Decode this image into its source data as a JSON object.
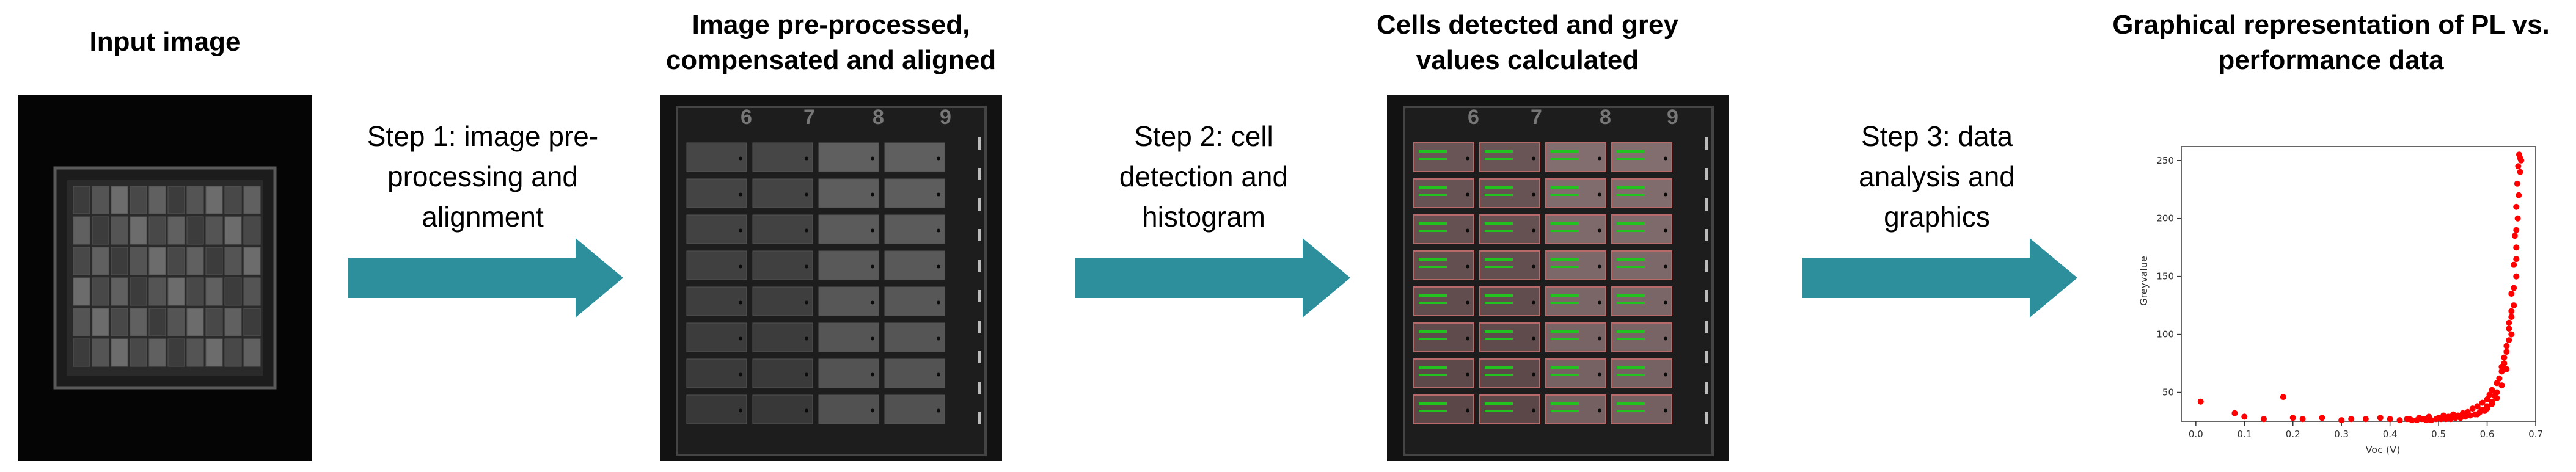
{
  "stages": [
    {
      "title": "Input image"
    },
    {
      "title": "Image pre-processed, compensated and aligned"
    },
    {
      "title": "Cells detected and grey values calculated"
    },
    {
      "title": "Graphical representation of PL vs. performance data"
    }
  ],
  "steps": [
    {
      "label": "Step 1: image pre-processing and alignment"
    },
    {
      "label": "Step 2: cell detection and histogram"
    },
    {
      "label": "Step 3: data analysis and graphics"
    }
  ],
  "plate_columns": [
    "6",
    "7",
    "8",
    "9"
  ],
  "colors": {
    "arrow": "#2e8f9c",
    "points": "#ff0000",
    "cell_text": "#22c21f"
  },
  "chart_data": {
    "type": "scatter",
    "xlabel": "Voc (V)",
    "ylabel": "Greyvalue",
    "xlim": [
      -0.03,
      0.7
    ],
    "ylim": [
      25,
      262
    ],
    "xticks": [
      "0.0",
      "0.1",
      "0.2",
      "0.3",
      "0.4",
      "0.5",
      "0.6",
      "0.7"
    ],
    "yticks": [
      "50",
      "100",
      "150",
      "200",
      "250"
    ],
    "series": [
      {
        "points": [
          [
            0.01,
            42
          ],
          [
            0.08,
            32
          ],
          [
            0.1,
            29
          ],
          [
            0.14,
            27
          ],
          [
            0.18,
            46
          ],
          [
            0.2,
            28
          ],
          [
            0.22,
            27
          ],
          [
            0.26,
            28
          ],
          [
            0.3,
            26
          ],
          [
            0.32,
            27
          ],
          [
            0.35,
            27
          ],
          [
            0.38,
            28
          ],
          [
            0.4,
            27
          ],
          [
            0.42,
            26
          ],
          [
            0.44,
            27
          ],
          [
            0.46,
            28
          ],
          [
            0.47,
            27
          ],
          [
            0.48,
            29
          ],
          [
            0.5,
            28
          ],
          [
            0.51,
            30
          ],
          [
            0.52,
            29
          ],
          [
            0.53,
            31
          ],
          [
            0.54,
            30
          ],
          [
            0.55,
            32
          ],
          [
            0.56,
            33
          ],
          [
            0.57,
            36
          ],
          [
            0.58,
            38
          ],
          [
            0.58,
            31
          ],
          [
            0.59,
            41
          ],
          [
            0.59,
            35
          ],
          [
            0.6,
            44
          ],
          [
            0.6,
            38
          ],
          [
            0.605,
            48
          ],
          [
            0.61,
            52
          ],
          [
            0.61,
            42
          ],
          [
            0.615,
            47
          ],
          [
            0.62,
            58
          ],
          [
            0.62,
            50
          ],
          [
            0.625,
            62
          ],
          [
            0.63,
            68
          ],
          [
            0.63,
            56
          ],
          [
            0.635,
            75
          ],
          [
            0.64,
            85
          ],
          [
            0.64,
            70
          ],
          [
            0.645,
            95
          ],
          [
            0.645,
            110
          ],
          [
            0.65,
            120
          ],
          [
            0.65,
            100
          ],
          [
            0.65,
            135
          ],
          [
            0.655,
            140
          ],
          [
            0.655,
            160
          ],
          [
            0.66,
            175
          ],
          [
            0.66,
            190
          ],
          [
            0.66,
            210
          ],
          [
            0.662,
            230
          ],
          [
            0.664,
            245
          ],
          [
            0.666,
            255
          ],
          [
            0.668,
            252
          ],
          [
            0.67,
            250
          ],
          [
            0.655,
            125
          ],
          [
            0.65,
            115
          ],
          [
            0.645,
            105
          ],
          [
            0.64,
            90
          ],
          [
            0.635,
            80
          ],
          [
            0.63,
            72
          ],
          [
            0.66,
            150
          ],
          [
            0.66,
            165
          ],
          [
            0.657,
            185
          ],
          [
            0.663,
            200
          ],
          [
            0.665,
            220
          ],
          [
            0.668,
            240
          ],
          [
            0.62,
            45
          ],
          [
            0.61,
            40
          ],
          [
            0.6,
            36
          ],
          [
            0.595,
            34
          ],
          [
            0.585,
            33
          ],
          [
            0.575,
            31
          ],
          [
            0.565,
            30
          ],
          [
            0.555,
            29
          ],
          [
            0.545,
            28
          ],
          [
            0.535,
            28
          ],
          [
            0.525,
            27
          ],
          [
            0.515,
            27
          ],
          [
            0.505,
            27
          ],
          [
            0.495,
            27
          ],
          [
            0.485,
            26
          ],
          [
            0.475,
            26
          ],
          [
            0.465,
            27
          ],
          [
            0.455,
            26
          ],
          [
            0.445,
            26
          ],
          [
            0.435,
            27
          ]
        ]
      }
    ]
  }
}
